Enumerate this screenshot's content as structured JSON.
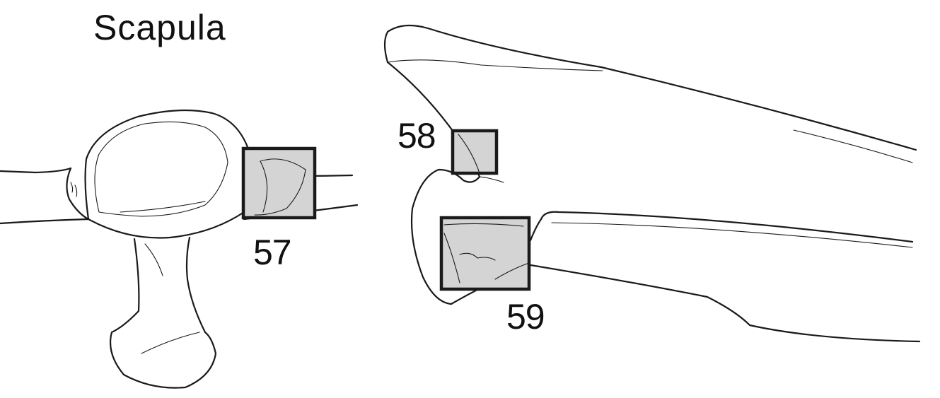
{
  "title": "Scapula",
  "regions": [
    {
      "label": "57"
    },
    {
      "label": "58"
    },
    {
      "label": "59"
    }
  ],
  "colors": {
    "line": "#1a1a1a",
    "highlight_fill": "#d4d4d4",
    "background": "#ffffff"
  }
}
